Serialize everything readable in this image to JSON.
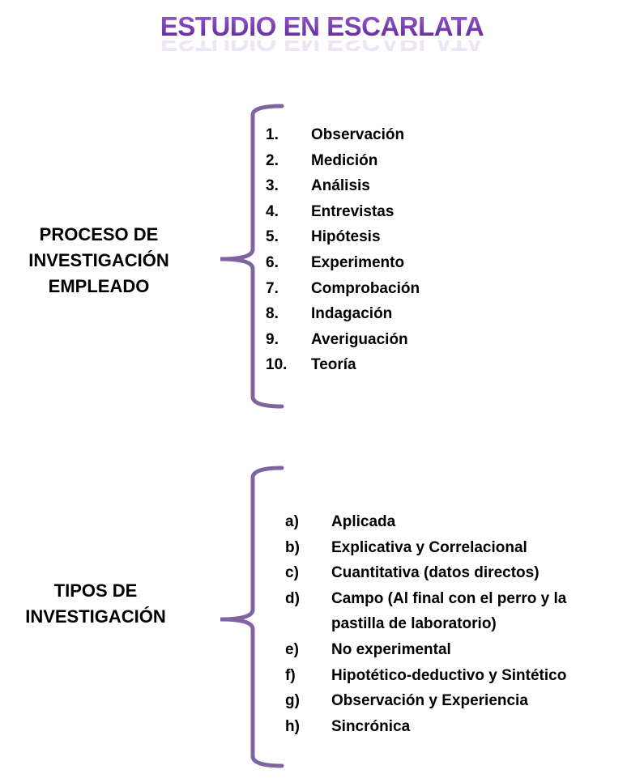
{
  "title": "ESTUDIO EN ESCARLATA",
  "colors": {
    "title": "#7030a0",
    "brace": "#8064a2"
  },
  "section1": {
    "label_lines": [
      "PROCESO DE",
      "INVESTIGACIÓN",
      "EMPLEADO"
    ],
    "items": [
      {
        "n": "1.",
        "t": "Observación"
      },
      {
        "n": "2.",
        "t": "Medición"
      },
      {
        "n": "3.",
        "t": "Análisis"
      },
      {
        "n": "4.",
        "t": "Entrevistas"
      },
      {
        "n": "5.",
        "t": "Hipótesis"
      },
      {
        "n": "6.",
        "t": "Experimento"
      },
      {
        "n": "7.",
        "t": "Comprobación"
      },
      {
        "n": "8.",
        "t": "Indagación"
      },
      {
        "n": "9.",
        "t": "Averiguación"
      },
      {
        "n": "10.",
        "t": "Teoría"
      }
    ]
  },
  "section2": {
    "label_lines": [
      "TIPOS DE",
      "INVESTIGACIÓN"
    ],
    "items": [
      {
        "n": "a)",
        "t": "Aplicada"
      },
      {
        "n": "b)",
        "t": "Explicativa y Correlacional"
      },
      {
        "n": "c)",
        "t": "Cuantitativa (datos directos)"
      },
      {
        "n": "d)",
        "t": "Campo (Al final con el perro y la",
        "t2": "pastilla de laboratorio)"
      },
      {
        "n": "e)",
        "t": "No experimental"
      },
      {
        "n": "f)",
        "t": "Hipotético-deductivo y Sintético"
      },
      {
        "n": "g)",
        "t": "Observación y Experiencia"
      },
      {
        "n": "h)",
        "t": "Sincrónica"
      }
    ]
  }
}
